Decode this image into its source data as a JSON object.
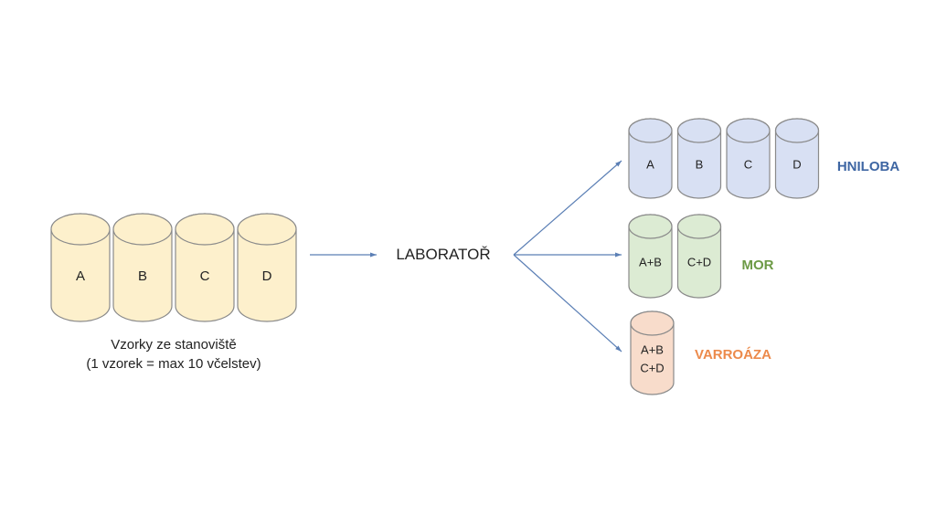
{
  "source": {
    "cylinders": [
      "A",
      "B",
      "C",
      "D"
    ],
    "caption_line1": "Vzorky ze stanoviště",
    "caption_line2": "(1 vzorek = max 10 včelstev)",
    "fill": "#fdf0cc",
    "stroke": "#8a8a8a"
  },
  "lab": {
    "label": "LABORATOŘ"
  },
  "arrow_color": "#5b7fb5",
  "outputs": [
    {
      "id": "hniloba",
      "title": "HNILOBA",
      "title_color": "#3e66a3",
      "fill": "#d8e0f3",
      "cylinders": [
        [
          "A"
        ],
        [
          "B"
        ],
        [
          "C"
        ],
        [
          "D"
        ]
      ]
    },
    {
      "id": "mor",
      "title": "MOR",
      "title_color": "#6c9a45",
      "fill": "#dcebd3",
      "cylinders": [
        [
          "A+B"
        ],
        [
          "C+D"
        ]
      ]
    },
    {
      "id": "varroaza",
      "title": "VARROÁZA",
      "title_color": "#ec8a4b",
      "fill": "#f8dccb",
      "cylinders": [
        [
          "A+B",
          "C+D"
        ]
      ]
    }
  ]
}
